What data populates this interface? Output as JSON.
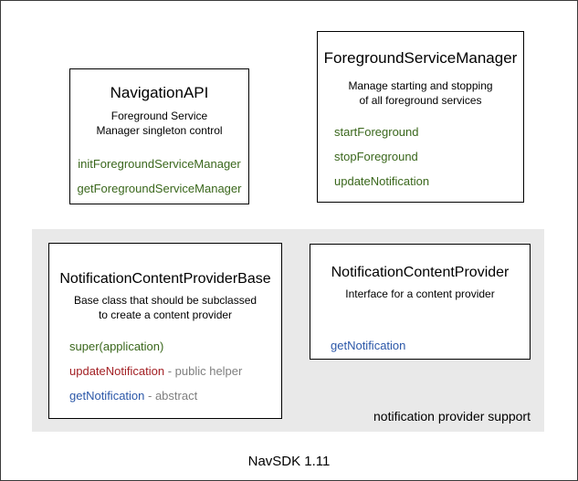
{
  "canvas": {
    "caption": "NavSDK 1.11",
    "group_label": "notification provider support"
  },
  "colors": {
    "method_green": "#3a671c",
    "method_red": "#a32125",
    "method_blue": "#2b57a8",
    "annotation_gray": "#7f7f7f",
    "panel_gray": "#e9e9e9",
    "box_border": "#000000",
    "background": "#ffffff"
  },
  "boxes": {
    "navigation_api": {
      "title": "NavigationAPI",
      "description": "Foreground Service\nManager singleton control",
      "methods": [
        {
          "label": "initForegroundServiceManager"
        },
        {
          "label": "getForegroundServiceManager"
        }
      ]
    },
    "foreground_service_manager": {
      "title": "ForegroundServiceManager",
      "description": "Manage starting and stopping\nof all foreground services",
      "methods": [
        {
          "label": "startForeground"
        },
        {
          "label": "stopForeground"
        },
        {
          "label": "updateNotification"
        }
      ]
    },
    "notification_content_provider_base": {
      "title": "NotificationContentProviderBase",
      "description": "Base class that should be subclassed\nto create a content provider",
      "methods": [
        {
          "label": "super(application)",
          "suffix": ""
        },
        {
          "label": "updateNotification",
          "suffix": " - public helper"
        },
        {
          "label": "getNotification",
          "suffix": " - abstract"
        }
      ]
    },
    "notification_content_provider": {
      "title": "NotificationContentProvider",
      "description": "Interface for a content provider",
      "methods": [
        {
          "label": "getNotification"
        }
      ]
    }
  }
}
